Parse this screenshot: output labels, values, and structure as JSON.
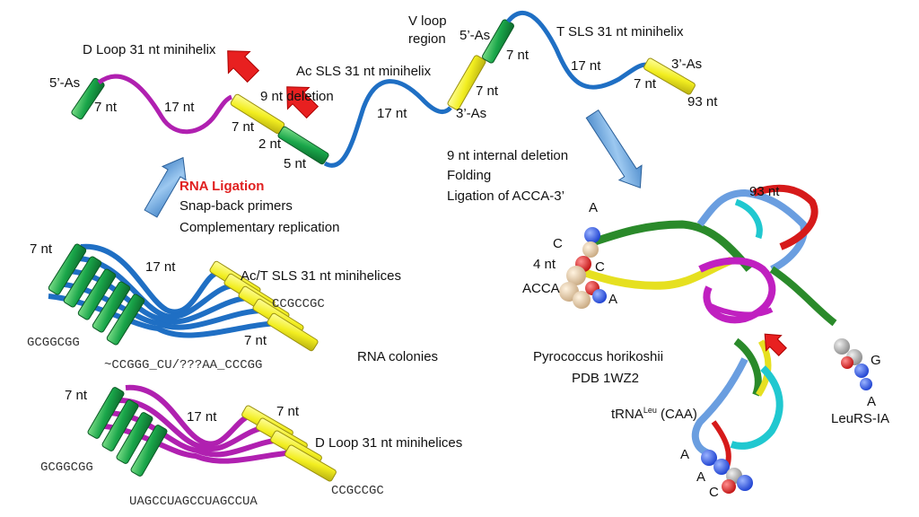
{
  "top_pathway": {
    "d_loop_title": "D Loop 31 nt minihelix",
    "five_prime_as_left": "5’-As",
    "seven_nt_left": "7 nt",
    "seventeen_nt_left": "17 nt",
    "nine_nt_deletion": "9 nt deletion",
    "seven_nt_mid": "7 nt",
    "two_nt": "2 nt",
    "five_nt": "5 nt",
    "ac_sls_title": "Ac SLS 31 nt minihelix",
    "seventeen_nt_mid": "17 nt",
    "v_loop_line1": "V loop",
    "v_loop_line2": "region",
    "five_prime_as_right": "5’-As",
    "seven_nt_v_top": "7 nt",
    "seven_nt_v_bottom": "7 nt",
    "three_prime_as_mid": "3’-As",
    "t_sls_title": "T SLS 31 nt minihelix",
    "seventeen_nt_right": "17 nt",
    "three_prime_as_right": "3’-As",
    "seven_nt_right": "7 nt",
    "ninety_three_nt": "93 nt"
  },
  "ligation": {
    "rna_ligation": "RNA Ligation",
    "snap_back": "Snap-back primers",
    "complementary": "Complementary replication"
  },
  "folding": {
    "internal_deletion": "9 nt internal deletion",
    "folding": "Folding",
    "ligation_acca": "Ligation of ACCA-3’"
  },
  "ac_t_colonies": {
    "seven_nt": "7 nt",
    "seventeen_nt": "17 nt",
    "title": "Ac/T SLS 31 nt minihelices",
    "seq_right": "CCGCCGC",
    "seven_nt_right": "7 nt",
    "seq_left": "GCGGCGG",
    "seq_bottom": "~CCGGG_CU/???AA_CCCGG",
    "rna_colonies": "RNA colonies"
  },
  "d_loop_colonies": {
    "seven_nt": "7 nt",
    "seventeen_nt": "17 nt",
    "seven_nt_right": "7 nt",
    "title": "D Loop 31 nt minihelices",
    "seq_left": "GCGGCGG",
    "seq_right": "CCGCCGC",
    "seq_bottom": "UAGCCUAGCCUAGCCUA"
  },
  "trna": {
    "acca_a_top": "A",
    "acca_c1": "C",
    "four_nt": "4 nt",
    "acca_c2": "C",
    "acca": "ACCA",
    "acca_a_bottom": "A",
    "ninety_three_nt": "93 nt",
    "organism": "Pyrococcus horikoshii",
    "pdb": "PDB 1WZ2",
    "trna_main": "tRNA",
    "trna_sup": "Leu",
    "trna_suffix": " (CAA)",
    "g": "G",
    "a_right": "A",
    "leurs": "LeuRS-IA",
    "anticodon_a1": "A",
    "anticodon_a2": "A",
    "anticodon_c": "C"
  },
  "colors": {
    "green": "#1aa64a",
    "yellow": "#f2ee20",
    "magenta": "#b020b0",
    "blue": "#1f6fc4",
    "red": "#e82020",
    "arrow_blue": "#6aa8e0"
  }
}
